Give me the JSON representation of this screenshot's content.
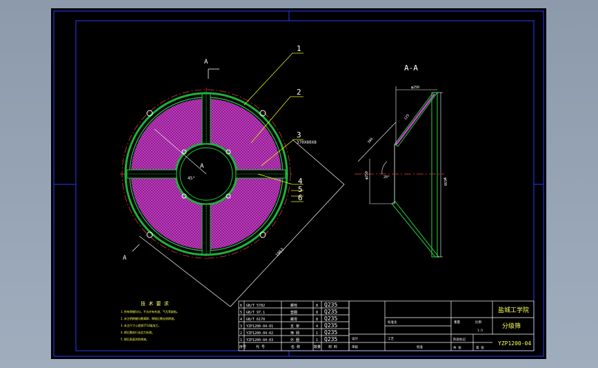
{
  "section_label": "A-A",
  "view_marker": "A",
  "center_marker": "A",
  "angle_label": "45°",
  "callouts": [
    "1",
    "2",
    "3",
    "4",
    "5",
    "6"
  ],
  "bar_dimension": "370X60X8",
  "diagonal_dimension": "1963",
  "section_dims": {
    "top_width": "φ250",
    "slant_length": "380",
    "upper_slant": "125",
    "height": "φ630",
    "angle": "20°",
    "side": "φ250"
  },
  "technical_requirements": {
    "title": "技 术 要 求",
    "lines": [
      "1.所有焊缝均匀，不允许有夹渣、气孔等缺陷。",
      "2.未注明焊缝均需满焊，焊接后需去除焊渣。",
      "3.未注尺寸公差按IT14级加工。",
      "4.焊后需进行去应力处理。",
      "5.焊后表面涂防锈漆。"
    ]
  },
  "bom": {
    "rows": [
      {
        "no": "6",
        "code": "GB/T 5782",
        "name": "螺栓",
        "qty": "8",
        "material": "Q235"
      },
      {
        "no": "5",
        "code": "GB/T 97.1",
        "name": "垫圈",
        "qty": "8",
        "material": "Q235"
      },
      {
        "no": "4",
        "code": "GB/T 6170",
        "name": "螺母",
        "qty": "8",
        "material": "Q235"
      },
      {
        "no": "3",
        "code": "YZP1200-04-01",
        "name": "支 架",
        "qty": "4",
        "material": "Q235"
      },
      {
        "no": "2",
        "code": "YZP1200-04-02",
        "name": "筛 网",
        "qty": "1",
        "material": "Q235"
      },
      {
        "no": "1",
        "code": "YZP1200-04-03",
        "name": "外 圈",
        "qty": "1",
        "material": "Q235"
      }
    ],
    "header": {
      "no": "序号",
      "code": "代 号",
      "name": "名 称",
      "qty": "数量",
      "material": "材 料"
    }
  },
  "title_block": {
    "school": "盐城工学院",
    "part_name": "分级筛",
    "drawing_no": "YZP1200-04",
    "labels": [
      "设计",
      "审核",
      "工艺",
      "标准化",
      "批准",
      "阶段标记",
      "重量",
      "比例",
      "共 张",
      "第 张"
    ],
    "scale": "1:5"
  },
  "colors": {
    "paper": "#000000",
    "frame": "#2a3cff",
    "border": "#ffffff",
    "ring": "#1db43a",
    "mesh": "#b02ab0",
    "leader": "#f4f400",
    "centerline": "#ff3b3b",
    "text": "#ffffff",
    "title_text": "#ffff55"
  }
}
